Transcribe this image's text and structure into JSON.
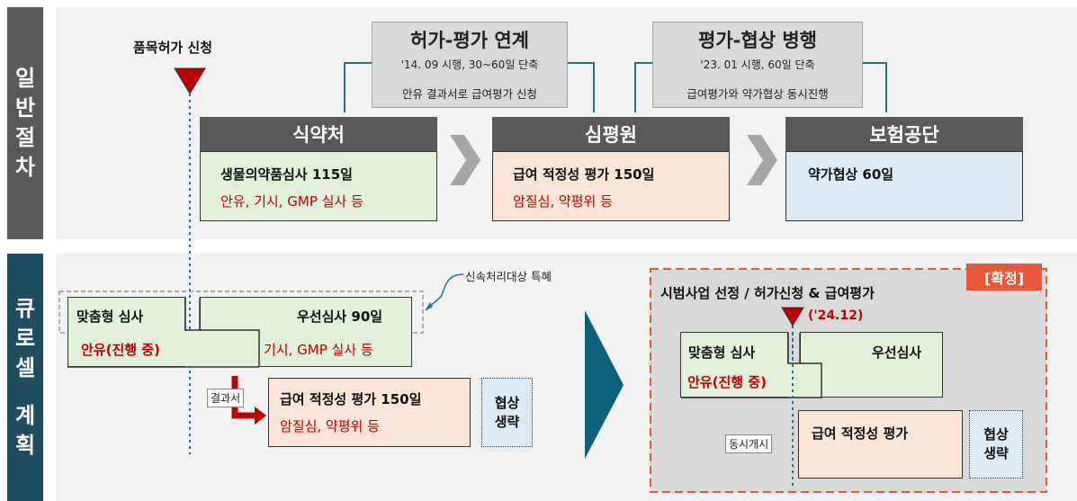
{
  "sidebar": {
    "general": [
      "일",
      "반",
      "절",
      "차"
    ],
    "cureocell": [
      "큐",
      "로",
      "셀",
      "",
      "계",
      "획"
    ]
  },
  "general": {
    "start_label": "품목허가 신청",
    "callout1": {
      "title": "허가-평가 연계",
      "sub": "'14. 09 시행,  30~60일 단축",
      "desc": "안유 결과서로 급여평가 신청"
    },
    "callout2": {
      "title": "평가-협상 병행",
      "sub": "'23. 01 시행,  60일 단축",
      "desc": "급여평가와 약가협상 동시진행"
    },
    "stages": [
      {
        "header": "식약처",
        "main": "생물의약품심사 115일",
        "detail": "안유, 기시, GMP 실사 등"
      },
      {
        "header": "심평원",
        "main": "급여 적정성 평가 150일",
        "detail": "암질심, 약평위 등"
      },
      {
        "header": "보험공단",
        "main": "약가협상 60일",
        "detail": ""
      }
    ]
  },
  "plan": {
    "fast_track_note": "신속처리대상 특혜",
    "custom_review": "맞춤형 심사",
    "custom_status": "안유(진행 중)",
    "priority_review": "우선심사 90일",
    "priority_detail": "기시, GMP 실사 등",
    "result_doc": "결과서",
    "benefit_main": "급여 적정성 평가 150일",
    "benefit_detail": "암질심, 약평위 등",
    "negotiation": [
      "협상",
      "생략"
    ]
  },
  "pilot": {
    "badge": "[확정]",
    "title": "시범사업 선정 / 허가신청 & 급여평가",
    "date": "('24.12)",
    "custom_review": "맞춤형 심사",
    "custom_status": "안유(진행 중)",
    "priority_review": "우선심사",
    "concurrent": "동시개시",
    "benefit": "급여 적정성 평가",
    "negotiation": [
      "협상",
      "생략"
    ]
  },
  "colors": {
    "dark_sidebar": "#595959",
    "teal_sidebar": "#1f4e63",
    "accent_red": "#c00000",
    "badge": "#e8573a"
  }
}
